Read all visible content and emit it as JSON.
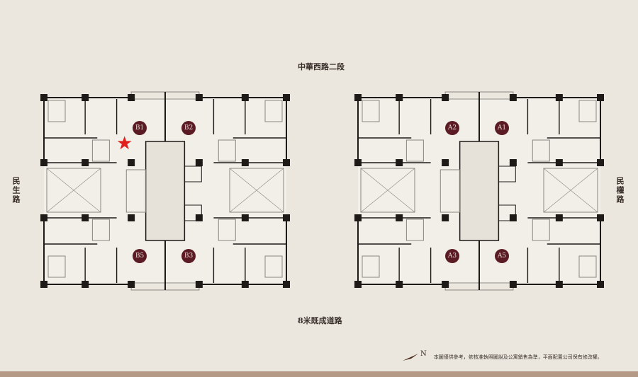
{
  "roads": {
    "top": "中華西路二段",
    "left": "民生路",
    "right": "民權路",
    "bottom": "8米既成道路"
  },
  "buildings": [
    {
      "name": "left-building",
      "units": [
        "B1",
        "B2",
        "B5",
        "B3"
      ],
      "selected_unit": "B1"
    },
    {
      "name": "right-building",
      "units": [
        "A2",
        "A1",
        "A3",
        "A5"
      ]
    }
  ],
  "compass": {
    "label": "N"
  },
  "footnote": "本圖僅供參考，依核准執照圖說及公寓銷售為準，平面配置公司保有修改權。",
  "colors": {
    "background": "#ebe7df",
    "unit_badge": "#5b1b24",
    "marker": "#e0201c",
    "wall": "#1e1a18"
  }
}
